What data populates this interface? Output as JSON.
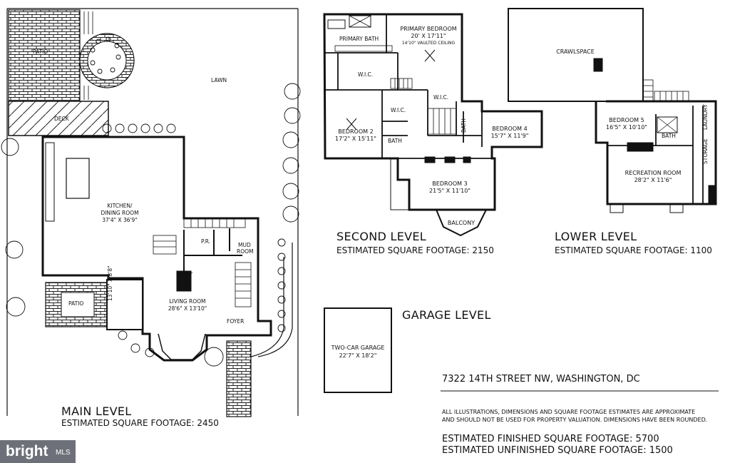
{
  "main_level": {
    "title": "MAIN LEVEL",
    "footage": "ESTIMATED SQUARE FOOTAGE: 2450",
    "rooms": {
      "patio_top": "PATIO",
      "lawn": "LAWN",
      "deck": "DECK",
      "kitchen_name": "KITCHEN/",
      "kitchen_name2": "DINING ROOM",
      "kitchen_dim": "37'4\" X 36'9\"",
      "pr": "P.R.",
      "mud": "MUD",
      "mud2": "ROOM",
      "living_name": "LIVING ROOM",
      "living_dim": "28'6\" X 13'10\"",
      "patio_side": "PATIO",
      "side_dim": "13'10\" X 8'8\"",
      "foyer": "FOYER",
      "gas_fp": "GAS FP"
    }
  },
  "second_level": {
    "title": "SECOND LEVEL",
    "footage": "ESTIMATED SQUARE FOOTAGE: 2150",
    "rooms": {
      "primary_bath": "PRIMARY BATH",
      "primary_bed": "PRIMARY BEDROOM",
      "primary_dim": "20' X 17'11\"",
      "primary_note": "14'10\" VAULTED CEILING",
      "wic1": "W.I.C.",
      "wic2": "W.I.C.",
      "wic3": "W.I.C.",
      "bed2": "BEDROOM 2",
      "bed2_dim": "17'2\" X 15'11\"",
      "bath_a": "BATH",
      "bath_b": "BATH",
      "bed4": "BEDROOM 4",
      "bed4_dim": "15'7\" X 11'9\"",
      "bed3": "BEDROOM 3",
      "bed3_dim": "21'5\" X 11'10\"",
      "balcony": "BALCONY"
    }
  },
  "lower_level": {
    "title": "LOWER LEVEL",
    "footage": "ESTIMATED SQUARE FOOTAGE: 1100",
    "rooms": {
      "crawl": "CRAWLSPACE",
      "bed5": "BEDROOM 5",
      "bed5_dim": "16'5\" X 10'10\"",
      "bath": "BATH",
      "laundry": "LAUNDRY",
      "storage": "STORAGE",
      "rec": "RECREATION ROOM",
      "rec_dim": "28'2\" X 11'6\""
    }
  },
  "garage_level": {
    "title": "GARAGE LEVEL",
    "garage_name": "TWO-CAR GARAGE",
    "garage_dim": "22'7\" X 18'2\""
  },
  "address": "7322 14TH STREET NW, WASHINGTON, DC",
  "disclaimer_1": "ALL ILLUSTRATIONS, DIMENSIONS AND SQUARE FOOTAGE ESTIMATES ARE APPROXIMATE",
  "disclaimer_2": "AND  SHOULD NOT BE USED FOR PROPERTY VALUATION. DIMENSIONS HAVE BEEN ROUNDED.",
  "finished": "ESTIMATED FINISHED SQUARE FOOTAGE: 5700",
  "unfinished": "ESTIMATED UNFINISHED SQUARE FOOTAGE: 1500",
  "brand": {
    "word": "bright",
    "suffix": "MLS"
  }
}
